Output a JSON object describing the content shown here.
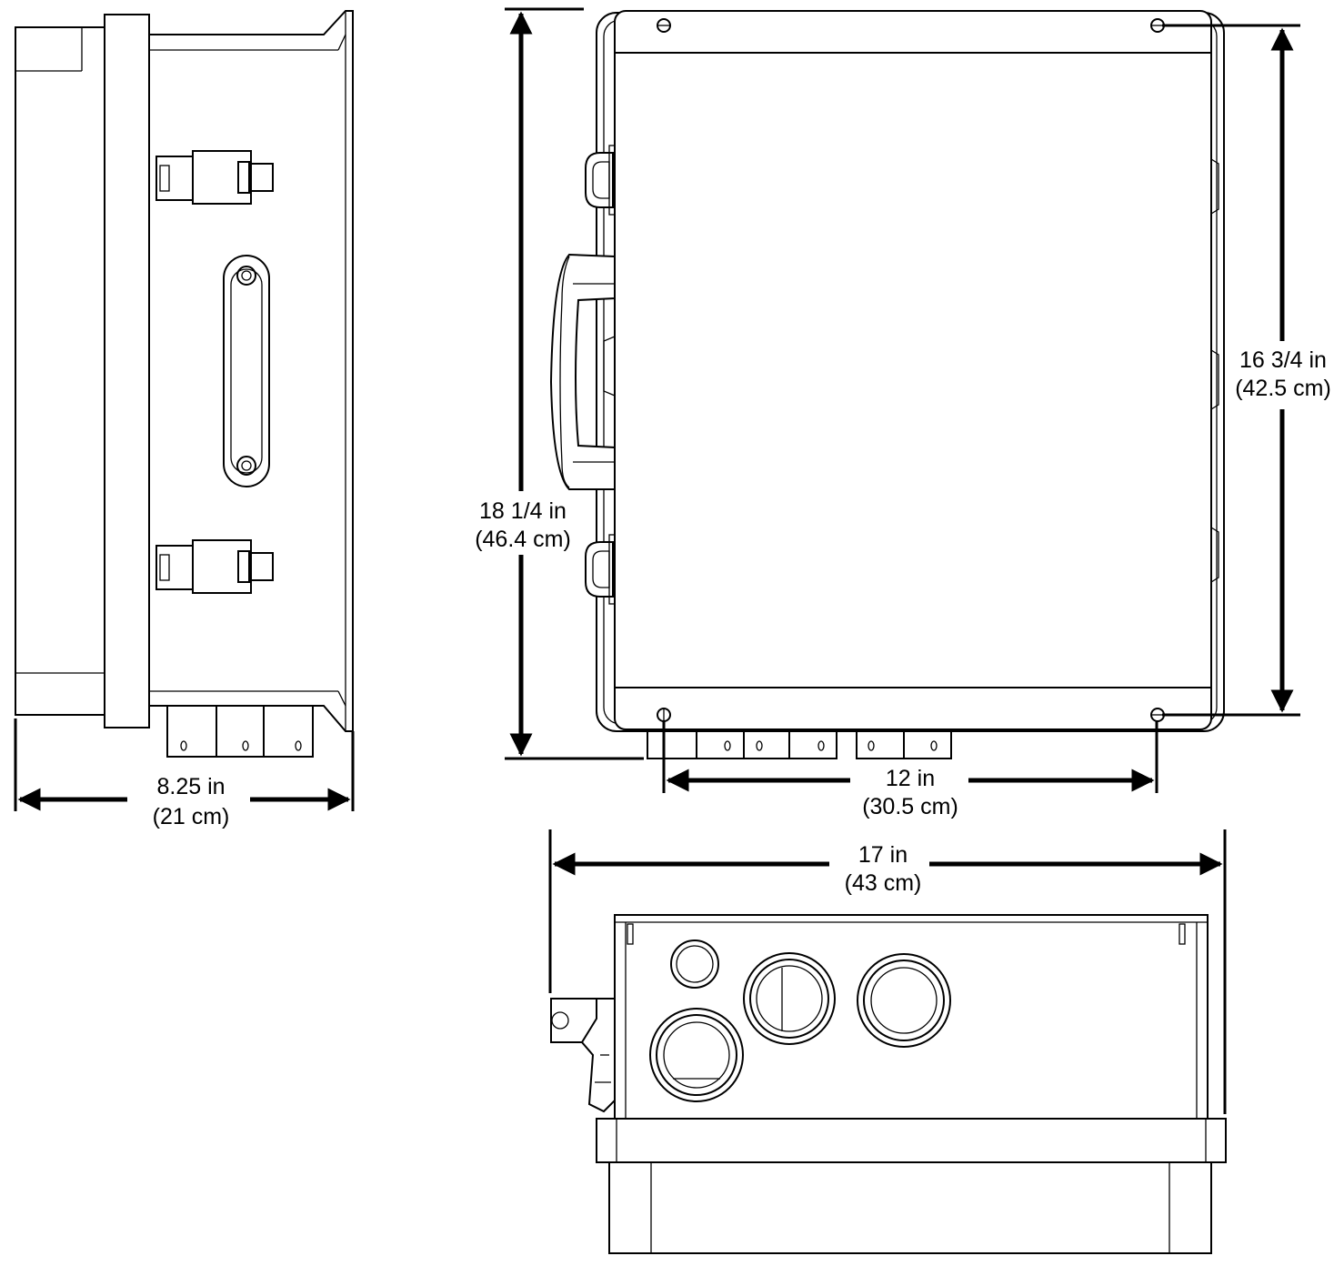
{
  "dimensions": {
    "depth_side": {
      "imperial": "8.25 in",
      "metric": "(21 cm)"
    },
    "overall_height": {
      "imperial": "18 1/4 in",
      "metric": "(46.4 cm)"
    },
    "mounting_height": {
      "imperial": "16 3/4 in",
      "metric": "(42.5 cm)"
    },
    "mounting_width": {
      "imperial": "12 in",
      "metric": "(30.5 cm)"
    },
    "overall_width": {
      "imperial": "17 in",
      "metric": "(43 cm)"
    }
  },
  "colors": {
    "line": "#000000",
    "background": "#ffffff"
  }
}
